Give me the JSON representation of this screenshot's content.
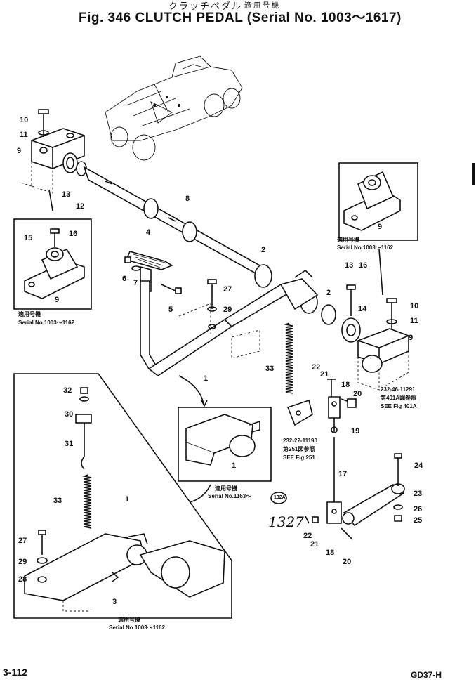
{
  "title_jp": "クラッチペダル",
  "title_jp_applicable": "適用号機",
  "title": "Fig. 346 CLUTCH PEDAL (Serial No. 1003～1617)",
  "page_number": "3-112",
  "model_code": "GD37-H",
  "handwritten_ref": "1327",
  "circled_ref": "132A",
  "part_labels": [
    {
      "id": "l10a",
      "text": "10"
    },
    {
      "id": "l11a",
      "text": "11"
    },
    {
      "id": "l9a",
      "text": "9"
    },
    {
      "id": "l13a",
      "text": "13"
    },
    {
      "id": "l12a",
      "text": "12"
    },
    {
      "id": "l8",
      "text": "8"
    },
    {
      "id": "l4",
      "text": "4"
    },
    {
      "id": "l2a",
      "text": "2"
    },
    {
      "id": "l6",
      "text": "6"
    },
    {
      "id": "l7",
      "text": "7"
    },
    {
      "id": "l5",
      "text": "5"
    },
    {
      "id": "l27a",
      "text": "27"
    },
    {
      "id": "l29a",
      "text": "29"
    },
    {
      "id": "l1a",
      "text": "1"
    },
    {
      "id": "l33a",
      "text": "33"
    },
    {
      "id": "l15",
      "text": "15"
    },
    {
      "id": "l16a",
      "text": "16"
    },
    {
      "id": "l9b",
      "text": "9"
    },
    {
      "id": "l9c",
      "text": "9"
    },
    {
      "id": "l13b",
      "text": "13"
    },
    {
      "id": "l16b",
      "text": "16"
    },
    {
      "id": "l2b",
      "text": "2"
    },
    {
      "id": "l14",
      "text": "14"
    },
    {
      "id": "l10b",
      "text": "10"
    },
    {
      "id": "l11b",
      "text": "11"
    },
    {
      "id": "l9d",
      "text": "9"
    },
    {
      "id": "l22a",
      "text": "22"
    },
    {
      "id": "l21a",
      "text": "21"
    },
    {
      "id": "l18a",
      "text": "18"
    },
    {
      "id": "l20a",
      "text": "20"
    },
    {
      "id": "l19",
      "text": "19"
    },
    {
      "id": "l17",
      "text": "17"
    },
    {
      "id": "l24",
      "text": "24"
    },
    {
      "id": "l23",
      "text": "23"
    },
    {
      "id": "l26",
      "text": "26"
    },
    {
      "id": "l25",
      "text": "25"
    },
    {
      "id": "l22b",
      "text": "22"
    },
    {
      "id": "l21b",
      "text": "21"
    },
    {
      "id": "l18b",
      "text": "18"
    },
    {
      "id": "l20b",
      "text": "20"
    },
    {
      "id": "l1b",
      "text": "1"
    },
    {
      "id": "l32",
      "text": "32"
    },
    {
      "id": "l30",
      "text": "30"
    },
    {
      "id": "l31",
      "text": "31"
    },
    {
      "id": "l33b",
      "text": "33"
    },
    {
      "id": "l1c",
      "text": "1"
    },
    {
      "id": "l27b",
      "text": "27"
    },
    {
      "id": "l29b",
      "text": "29"
    },
    {
      "id": "l28",
      "text": "28"
    },
    {
      "id": "l3",
      "text": "3"
    }
  ],
  "notes": {
    "serial_1003_1162_a_jp": "適用号機",
    "serial_1003_1162_a": "Serial No.1003～1162",
    "serial_1003_1162_b_jp": "適用号機",
    "serial_1003_1162_b": "Serial No.1003～1162",
    "serial_1163_jp": "適用号機",
    "serial_1163": "Serial No.1163～",
    "serial_1003_1162_c_jp": "適用号機",
    "serial_1003_1162_c": "Serial No 1003～1162",
    "ref_232_46": "232-46-11291",
    "ref_232_46_jp": "第401A図参照",
    "see_fig_401a": "SEE Fig 401A",
    "ref_232_22": "232-22-11190",
    "ref_232_22_jp": "第251図参照",
    "see_fig_251": "SEE Fig 251"
  }
}
